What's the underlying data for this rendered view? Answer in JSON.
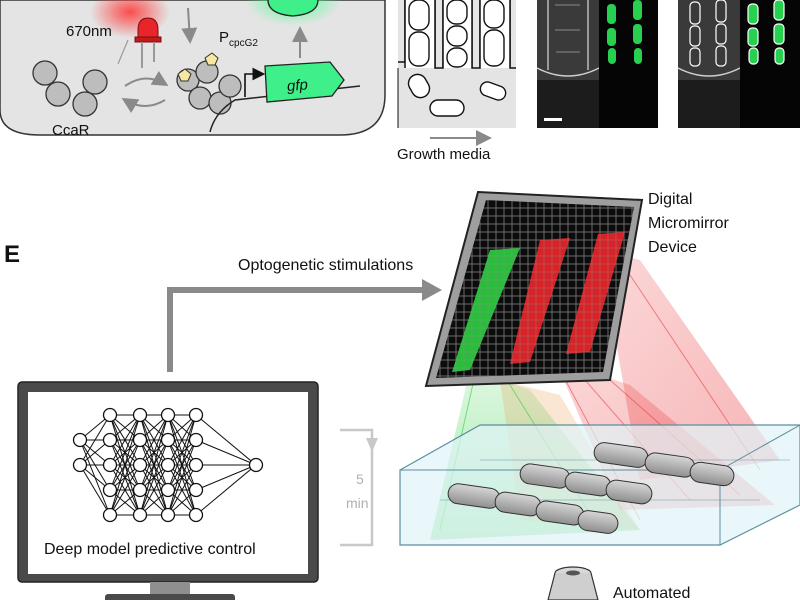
{
  "panel_e": {
    "letter": "E",
    "optogenetic_label": "Optogenetic stimulations",
    "dmd_label_lines": [
      "Digital",
      "Micromirror",
      "Device"
    ],
    "loop_label_lines": [
      "5",
      "min"
    ],
    "monitor_caption": "Deep model predictive control",
    "microscope_label": "Automated"
  },
  "circuit": {
    "wavelength_label": "670nm",
    "promoter_label": "P",
    "promoter_subscript": "cpcG2",
    "gene_label": "gfp",
    "protein_label": "CcaR"
  },
  "chamber": {
    "media_label": "Growth media"
  },
  "colors": {
    "green": "#2ecc40",
    "red": "#e8262a",
    "gfp_fill": "#3ff08a",
    "cell_gray": "#bfbfbf",
    "arrow_gray": "#8a8a8a"
  }
}
